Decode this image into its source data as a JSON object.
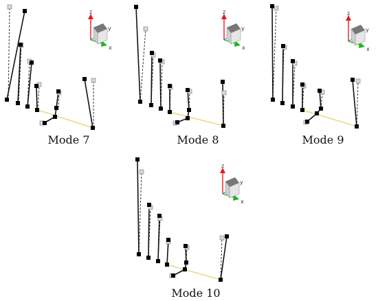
{
  "figure": {
    "panels": [
      {
        "caption": "Mode 7"
      },
      {
        "caption": "Mode 8"
      },
      {
        "caption": "Mode 9"
      },
      {
        "caption": "Mode 10"
      }
    ],
    "triad_axis_labels": [
      "z",
      "y",
      "x"
    ]
  },
  "colors": {
    "undeformed": "#333333",
    "deformed": "#111111",
    "ground_beam": "#e9d98a",
    "z_axis": "#e31b1b",
    "y_axis": "#3a6fd8",
    "x_axis": "#1fb41f",
    "node_deformed": "#000000",
    "node_undeformed": "#d8d8d8"
  }
}
